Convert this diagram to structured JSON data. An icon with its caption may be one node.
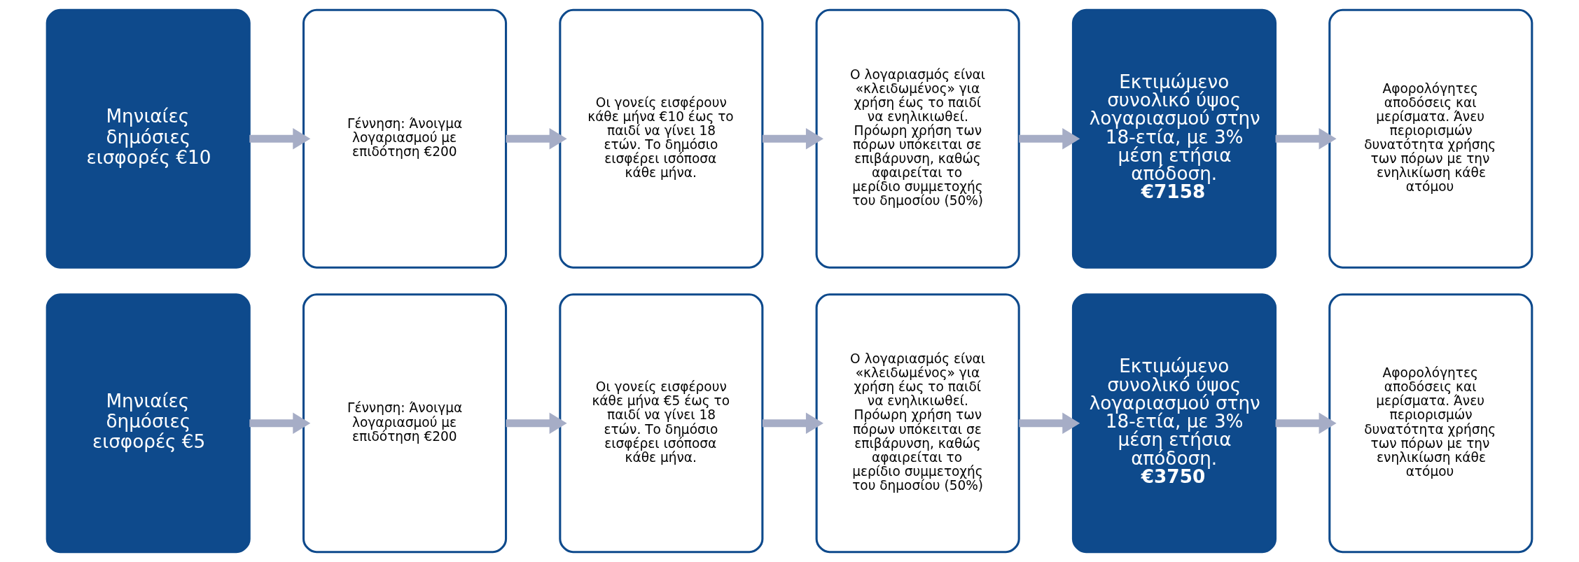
{
  "diagram": {
    "nodes": [
      {
        "text": [
          "Μηνιαίες δημόσιες εισφορές €5"
        ]
      },
      {
        "text": [
          "Γέννηση: Άνοιγμα λογαριασμού με επιδότηση €200"
        ]
      },
      {
        "text": [
          "Οι γονείς εισφέρουν κάθε μήνα €5 έως το παιδί να γίνει 18 ετών. Το δημόσιο εισφέρει ισόποσα κάθε μήνα."
        ]
      },
      {
        "text": [
          "Ο λογαριασμός είναι «κλειδωμένος» για χρήση έως το παιδί να ενηλικιωθεί. Πρόωρη χρήση των πόρων υπόκειται σε επιβάρυνση, καθώς αφαιρείται το μερίδιο συμμετοχής του δημοσίου (50%)"
        ]
      },
      {
        "text": [
          "Εκτιμώμενο συνολικό ύψος λογαριασμού στην 18-ετία, με 3% μέση ετήσια απόδοση.",
          "€3750"
        ]
      },
      {
        "text": [
          "Αφορολόγητες αποδόσεις και μερίσματα. Άνευ περιορισμών δυνατότητα χρήσης των πόρων με την ενηλικίωση κάθε ατόμου"
        ]
      },
      {
        "text": [
          "Μηνιαίες δημόσιες εισφορές €10"
        ]
      },
      {
        "text": [
          "Γέννηση: Άνοιγμα λογαριασμού με επιδότηση €200"
        ]
      },
      {
        "text": [
          "Οι γονείς εισφέρουν κάθε μήνα €10 έως το παιδί να γίνει 18 ετών. Το δημόσιο εισφέρει ισόποσα κάθε μήνα."
        ]
      },
      {
        "text": [
          "Ο λογαριασμός είναι «κλειδωμένος» για χρήση έως το παιδί να ενηλικιωθεί. Πρόωρη χρήση των πόρων υπόκειται σε επιβάρυνση, καθώς αφαιρείται το μερίδιο συμμετοχής του δημοσίου (50%)"
        ]
      },
      {
        "text": [
          "Εκτιμώμενο συνολικό ύψος λογαριασμού στην 18-ετία, με 3% μέση ετήσια απόδοση.",
          "€7158"
        ]
      },
      {
        "text": [
          "Αφορολόγητες αποδόσεις και μερίσματα. Άνευ περιορισμών δυνατότητα χρήσης των πόρων με την ενηλικίωση κάθε ατόμου"
        ]
      }
    ],
    "edges": [
      {
        "from": 0,
        "to": 1,
        "arrow": "to"
      },
      {
        "from": 1,
        "to": 2,
        "arrow": "to"
      },
      {
        "from": 2,
        "to": 3,
        "arrow": "to"
      },
      {
        "from": 3,
        "to": 4,
        "arrow": "to"
      },
      {
        "from": 4,
        "to": 5,
        "arrow": "to"
      },
      {
        "from": 6,
        "to": 7,
        "arrow": "to"
      },
      {
        "from": 7,
        "to": 8,
        "arrow": "to"
      },
      {
        "from": 8,
        "to": 9,
        "arrow": "to"
      },
      {
        "from": 9,
        "to": 10,
        "arrow": "to"
      },
      {
        "from": 10,
        "to": 11,
        "arrow": "to"
      }
    ]
  }
}
